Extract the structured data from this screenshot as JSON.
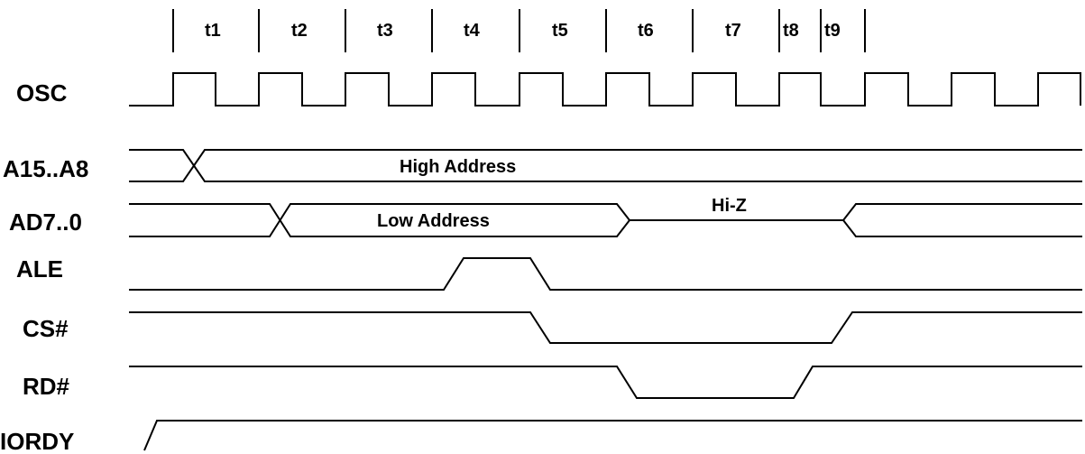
{
  "phases": [
    "t1",
    "t2",
    "t3",
    "t4",
    "t5",
    "t6",
    "t7",
    "t8",
    "t9"
  ],
  "signals": {
    "osc": "OSC",
    "a15_a8": "A15..A8",
    "ad7_0": "AD7..0",
    "ale": "ALE",
    "cs": "CS#",
    "rd": "RD#",
    "iordy": "IORDY"
  },
  "bus_values": {
    "high_address": "High Address",
    "low_address": "Low Address",
    "hi_z": "Hi-Z"
  }
}
